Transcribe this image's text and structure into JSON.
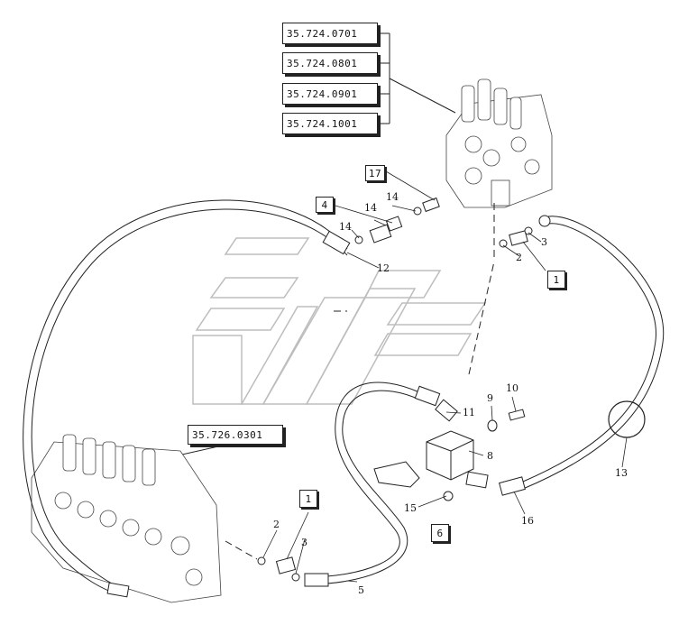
{
  "refs": {
    "r1": "35.724.0701",
    "r2": "35.724.0801",
    "r3": "35.724.0901",
    "r4": "35.724.1001",
    "r5": "35.726.0301"
  },
  "boxed_callouts": {
    "b17": "17",
    "b4": "4",
    "b1_right": "1",
    "b1_bottom": "1",
    "b6": "6"
  },
  "callouts": {
    "n14a": "14",
    "n14b": "14",
    "n14c": "14",
    "n12": "12",
    "n2a": "2",
    "n3a": "3",
    "n9": "9",
    "n10": "10",
    "n11": "11",
    "n8": "8",
    "n15": "15",
    "n16": "16",
    "n13": "13",
    "n2b": "2",
    "n3b": "3",
    "n5": "5"
  }
}
